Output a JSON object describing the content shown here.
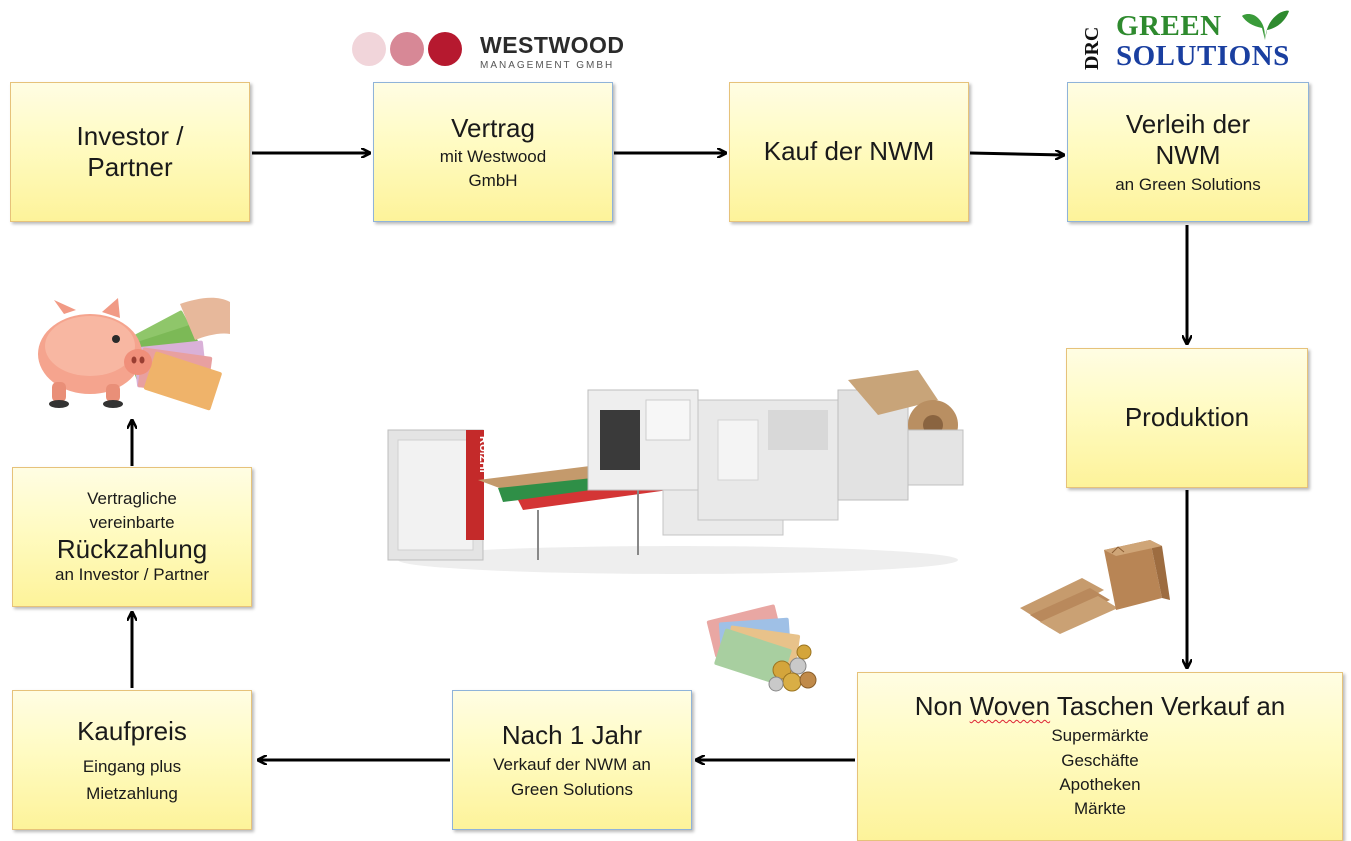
{
  "logos": {
    "westwood": {
      "name": "WESTWOOD",
      "subtitle": "MANAGEMENT GMBH",
      "colors": [
        "#f1d5da",
        "#d78896",
        "#b6192f"
      ]
    },
    "green_solutions": {
      "prefix": "DRC",
      "line1": "GREEN",
      "line2": "SOLUTIONS"
    }
  },
  "boxes": {
    "investor": {
      "line1": "Investor /",
      "line2": "Partner"
    },
    "vertrag": {
      "title": "Vertrag",
      "line1": "mit Westwood",
      "line2": "GmbH"
    },
    "kauf": {
      "title": "Kauf der NWM"
    },
    "verleih": {
      "line1": "Verleih der",
      "line2": "NWM",
      "line3": "an Green Solutions"
    },
    "produktion": {
      "title": "Produktion"
    },
    "verkauf": {
      "title_word1": "Non",
      "title_word2": "Woven",
      "title_rest": "Taschen Verkauf an",
      "items": [
        "Supermärkte",
        "Geschäfte",
        "Apotheken",
        "Märkte"
      ]
    },
    "nach_jahr": {
      "title": "Nach 1 Jahr",
      "line1": "Verkauf der NWM an",
      "line2": "Green Solutions"
    },
    "kaufpreis": {
      "title": "Kaufpreis",
      "line1": "Eingang plus",
      "line2": "Mietzahlung"
    },
    "rueckzahlung": {
      "line1": "Vertragliche",
      "line2": "vereinbarte",
      "title": "Rückzahlung",
      "line3": "an Investor / Partner"
    }
  },
  "illustrations": [
    "piggy-bank-with-euro-notes",
    "bag-making-machine",
    "euro-cash-and-coins",
    "paper-bags"
  ],
  "machine_label": "RUIZHI",
  "colors": {
    "box_fill": "#fffbc2",
    "box_border": "#e6c27a",
    "arrow": "#000000"
  }
}
